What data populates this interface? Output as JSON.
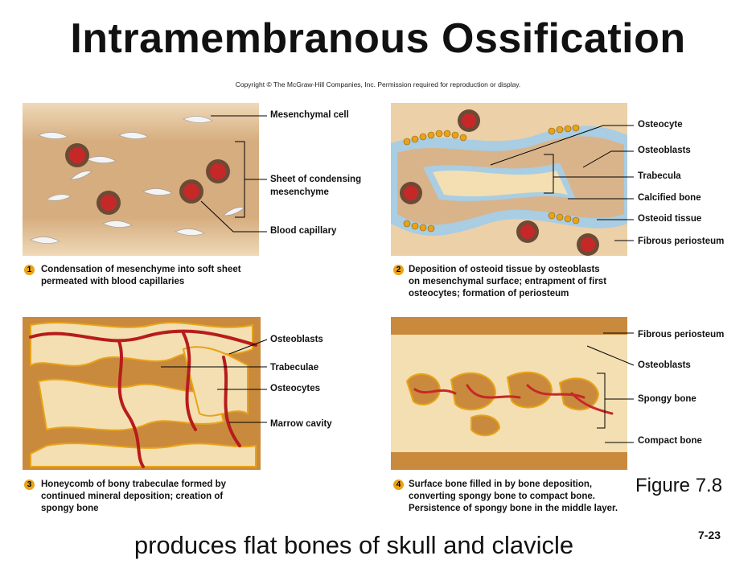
{
  "title": "Intramembranous Ossification",
  "copyright": "Copyright © The McGraw-Hill Companies, Inc. Permission required for reproduction or display.",
  "panels": [
    {
      "step": "1",
      "caption_lines": [
        "Condensation of mesenchyme into soft sheet",
        "permeated with blood capillaries"
      ],
      "labels": [
        "Mesenchymal cell",
        "Sheet of condensing",
        "mesenchyme",
        "Blood capillary"
      ]
    },
    {
      "step": "2",
      "caption_lines": [
        "Deposition of osteoid tissue by osteoblasts",
        "on mesenchymal surface; entrapment of first",
        "osteocytes; formation of periosteum"
      ],
      "labels": [
        "Osteocyte",
        "Osteoblasts",
        "Trabecula",
        "Calcified bone",
        "Osteoid tissue",
        "Fibrous periosteum"
      ]
    },
    {
      "step": "3",
      "caption_lines": [
        "Honeycomb of bony trabeculae formed by",
        "continued mineral deposition; creation of",
        "spongy bone"
      ],
      "labels": [
        "Osteoblasts",
        "Trabeculae",
        "Osteocytes",
        "Marrow cavity"
      ]
    },
    {
      "step": "4",
      "caption_lines": [
        "Surface bone filled in by bone deposition,",
        "converting spongy bone to compact bone.",
        "Persistence of spongy bone in the middle layer."
      ],
      "labels": [
        "Fibrous periosteum",
        "Osteoblasts",
        "Spongy bone",
        "Compact bone"
      ]
    }
  ],
  "figure_label": "Figure 7.8",
  "page_number": "7-23",
  "footer_text": "produces flat bones of skull and clavicle",
  "colors": {
    "mesenchyme": "#d9b48a",
    "bone": "#f3dfb2",
    "osteoid": "#a9cde3",
    "vessel": "#c62828",
    "marrow": "#c98a3d",
    "step_badge": "#e8a317"
  }
}
